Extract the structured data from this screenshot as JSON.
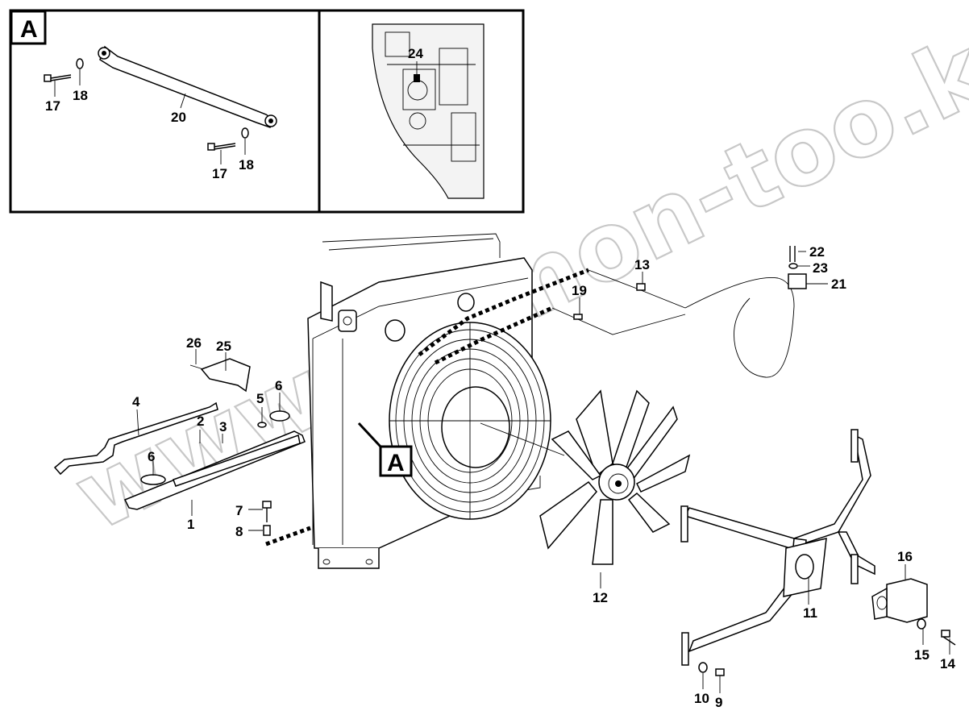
{
  "detail_label": "A",
  "watermark": "www.sinmon-too.kz",
  "callouts": {
    "c1": "1",
    "c2": "2",
    "c3": "3",
    "c4": "4",
    "c5": "5",
    "c6a": "6",
    "c6b": "6",
    "c7": "7",
    "c8": "8",
    "c9": "9",
    "c10": "10",
    "c11": "11",
    "c12": "12",
    "c13": "13",
    "c14": "14",
    "c15": "15",
    "c16": "16",
    "c17a": "17",
    "c17b": "17",
    "c18a": "18",
    "c18b": "18",
    "c19": "19",
    "c20": "20",
    "c21": "21",
    "c22": "22",
    "c23": "23",
    "c24": "24",
    "c25": "25",
    "c26": "26"
  },
  "colors": {
    "line": "#000000",
    "watermark": "#c8c8c8",
    "background": "#ffffff"
  }
}
